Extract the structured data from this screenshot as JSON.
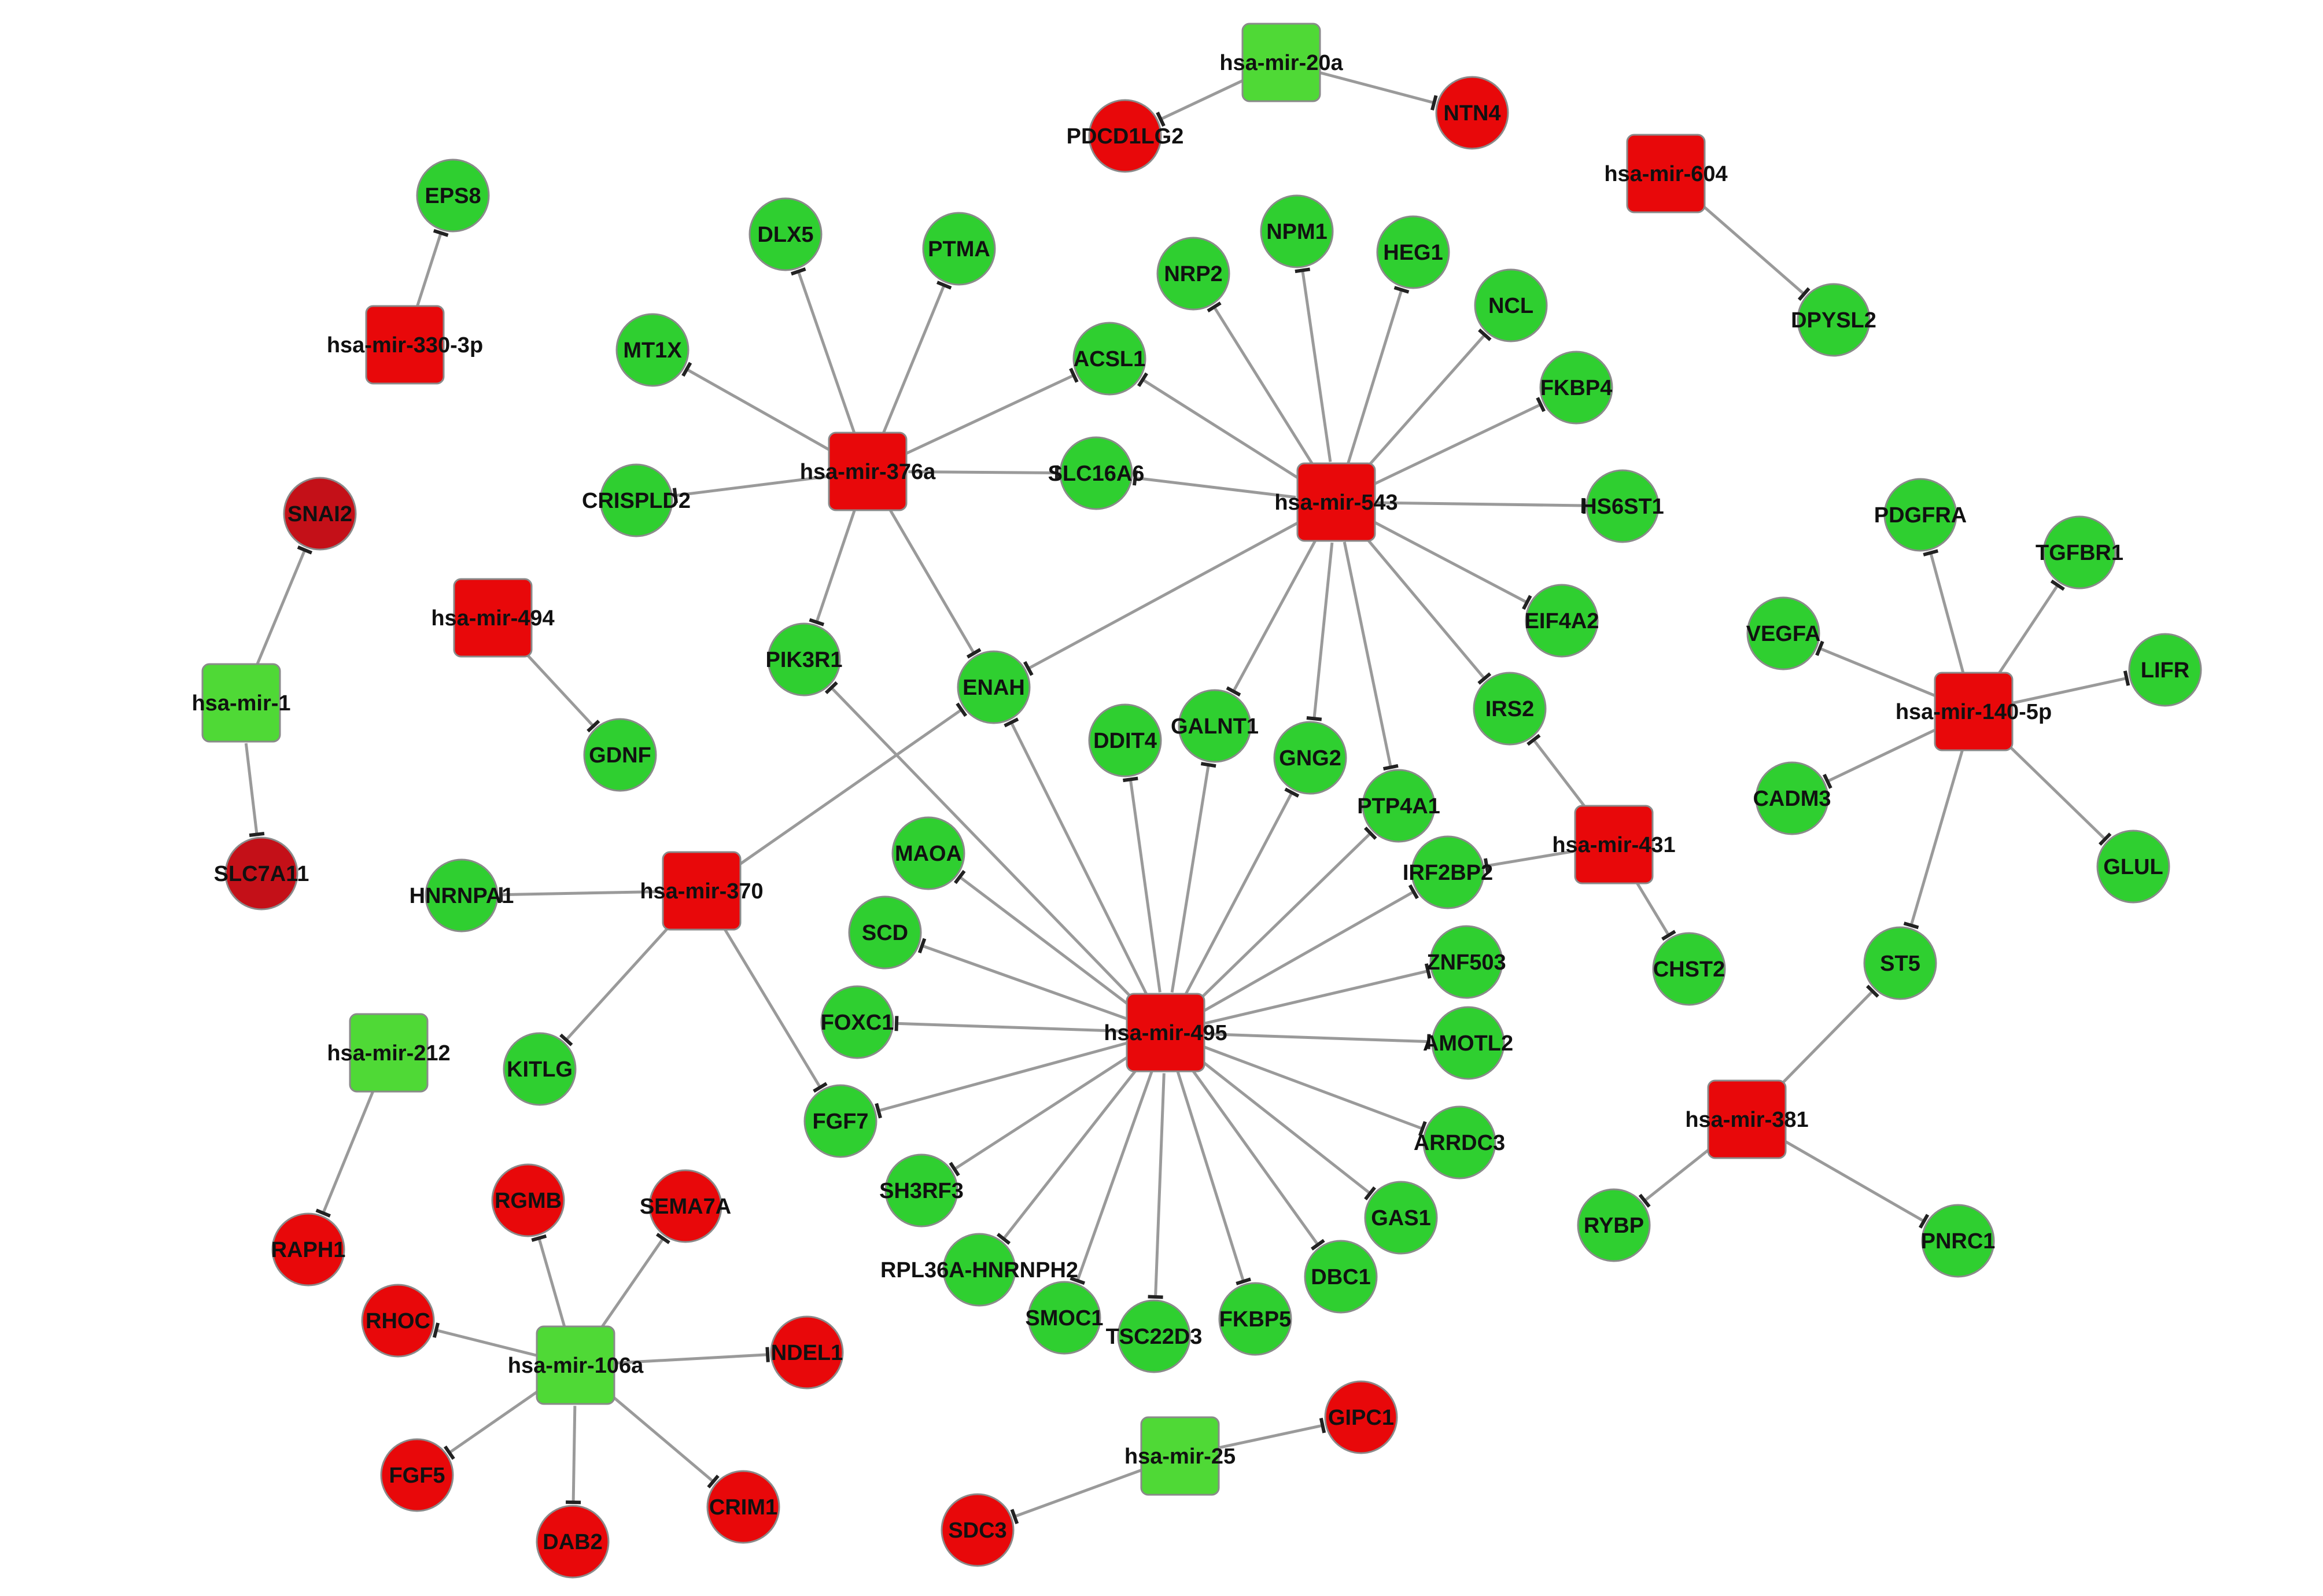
{
  "colors": {
    "up_regulated": "#e8080a",
    "down_regulated": "#2fcf30",
    "mirna_green": "#4fd936",
    "dark_red": "#c41018",
    "edge": "#9a9a9a",
    "inhibition_bar": "#222222"
  },
  "mirnas": [
    {
      "id": "hsa-mir-20a",
      "label": "hsa-mir-20a",
      "color": "green"
    },
    {
      "id": "hsa-mir-604",
      "label": "hsa-mir-604",
      "color": "red"
    },
    {
      "id": "hsa-mir-330-3p",
      "label": "hsa-mir-330-3p",
      "color": "red"
    },
    {
      "id": "hsa-mir-376a",
      "label": "hsa-mir-376a",
      "color": "red"
    },
    {
      "id": "hsa-mir-543",
      "label": "hsa-mir-543",
      "color": "red"
    },
    {
      "id": "hsa-mir-1",
      "label": "hsa-mir-1",
      "color": "green"
    },
    {
      "id": "hsa-mir-494",
      "label": "hsa-mir-494",
      "color": "red"
    },
    {
      "id": "hsa-mir-140-5p",
      "label": "hsa-mir-140-5p",
      "color": "red"
    },
    {
      "id": "hsa-mir-370",
      "label": "hsa-mir-370",
      "color": "red"
    },
    {
      "id": "hsa-mir-431",
      "label": "hsa-mir-431",
      "color": "red"
    },
    {
      "id": "hsa-mir-495",
      "label": "hsa-mir-495",
      "color": "red"
    },
    {
      "id": "hsa-mir-212",
      "label": "hsa-mir-212",
      "color": "green"
    },
    {
      "id": "hsa-mir-381",
      "label": "hsa-mir-381",
      "color": "red"
    },
    {
      "id": "hsa-mir-106a",
      "label": "hsa-mir-106a",
      "color": "green"
    },
    {
      "id": "hsa-mir-25",
      "label": "hsa-mir-25",
      "color": "green"
    }
  ],
  "genes": [
    {
      "id": "PDCD1LG2",
      "label": "PDCD1LG2",
      "color": "red"
    },
    {
      "id": "NTN4",
      "label": "NTN4",
      "color": "red"
    },
    {
      "id": "DPYSL2",
      "label": "DPYSL2",
      "color": "green"
    },
    {
      "id": "EPS8",
      "label": "EPS8",
      "color": "green"
    },
    {
      "id": "DLX5",
      "label": "DLX5",
      "color": "green"
    },
    {
      "id": "PTMA",
      "label": "PTMA",
      "color": "green"
    },
    {
      "id": "MT1X",
      "label": "MT1X",
      "color": "green"
    },
    {
      "id": "CRISPLD2",
      "label": "CRISPLD2",
      "color": "green"
    },
    {
      "id": "ACSL1",
      "label": "ACSL1",
      "color": "green"
    },
    {
      "id": "SLC16A6",
      "label": "SLC16A6",
      "color": "green"
    },
    {
      "id": "PIK3R1",
      "label": "PIK3R1",
      "color": "green"
    },
    {
      "id": "ENAH",
      "label": "ENAH",
      "color": "green"
    },
    {
      "id": "NRP2",
      "label": "NRP2",
      "color": "green"
    },
    {
      "id": "NPM1",
      "label": "NPM1",
      "color": "green"
    },
    {
      "id": "HEG1",
      "label": "HEG1",
      "color": "green"
    },
    {
      "id": "NCL",
      "label": "NCL",
      "color": "green"
    },
    {
      "id": "FKBP4",
      "label": "FKBP4",
      "color": "green"
    },
    {
      "id": "HS6ST1",
      "label": "HS6ST1",
      "color": "green"
    },
    {
      "id": "EIF4A2",
      "label": "EIF4A2",
      "color": "green"
    },
    {
      "id": "IRS2",
      "label": "IRS2",
      "color": "green"
    },
    {
      "id": "GALNT1",
      "label": "GALNT1",
      "color": "green"
    },
    {
      "id": "GNG2",
      "label": "GNG2",
      "color": "green"
    },
    {
      "id": "PTP4A1",
      "label": "PTP4A1",
      "color": "green"
    },
    {
      "id": "SNAI2",
      "label": "SNAI2",
      "color": "darkred"
    },
    {
      "id": "SLC7A11",
      "label": "SLC7A11",
      "color": "darkred"
    },
    {
      "id": "GDNF",
      "label": "GDNF",
      "color": "green"
    },
    {
      "id": "PDGFRA",
      "label": "PDGFRA",
      "color": "green"
    },
    {
      "id": "TGFBR1",
      "label": "TGFBR1",
      "color": "green"
    },
    {
      "id": "VEGFA",
      "label": "VEGFA",
      "color": "green"
    },
    {
      "id": "LIFR",
      "label": "LIFR",
      "color": "green"
    },
    {
      "id": "CADM3",
      "label": "CADM3",
      "color": "green"
    },
    {
      "id": "GLUL",
      "label": "GLUL",
      "color": "green"
    },
    {
      "id": "ST5",
      "label": "ST5",
      "color": "green"
    },
    {
      "id": "HNRNPA1",
      "label": "HNRNPA1",
      "color": "green"
    },
    {
      "id": "KITLG",
      "label": "KITLG",
      "color": "green"
    },
    {
      "id": "FGF7",
      "label": "FGF7",
      "color": "green"
    },
    {
      "id": "IRF2BP2",
      "label": "IRF2BP2",
      "color": "green"
    },
    {
      "id": "CHST2",
      "label": "CHST2",
      "color": "green"
    },
    {
      "id": "DDIT4",
      "label": "DDIT4",
      "color": "green"
    },
    {
      "id": "MAOA",
      "label": "MAOA",
      "color": "green"
    },
    {
      "id": "SCD",
      "label": "SCD",
      "color": "green"
    },
    {
      "id": "FOXC1",
      "label": "FOXC1",
      "color": "green"
    },
    {
      "id": "ZNF503",
      "label": "ZNF503",
      "color": "green"
    },
    {
      "id": "AMOTL2",
      "label": "AMOTL2",
      "color": "green"
    },
    {
      "id": "ARRDC3",
      "label": "ARRDC3",
      "color": "green"
    },
    {
      "id": "GAS1",
      "label": "GAS1",
      "color": "green"
    },
    {
      "id": "SH3RF3",
      "label": "SH3RF3",
      "color": "green"
    },
    {
      "id": "RPL36A-HNRNPH2",
      "label": "RPL36A-HNRNPH2",
      "color": "green"
    },
    {
      "id": "SMOC1",
      "label": "SMOC1",
      "color": "green"
    },
    {
      "id": "TSC22D3",
      "label": "TSC22D3",
      "color": "green"
    },
    {
      "id": "FKBP5",
      "label": "FKBP5",
      "color": "green"
    },
    {
      "id": "DBC1",
      "label": "DBC1",
      "color": "green"
    },
    {
      "id": "RAPH1",
      "label": "RAPH1",
      "color": "red"
    },
    {
      "id": "RGMB",
      "label": "RGMB",
      "color": "red"
    },
    {
      "id": "SEMA7A",
      "label": "SEMA7A",
      "color": "red"
    },
    {
      "id": "RHOC",
      "label": "RHOC",
      "color": "red"
    },
    {
      "id": "NDEL1",
      "label": "NDEL1",
      "color": "red"
    },
    {
      "id": "FGF5",
      "label": "FGF5",
      "color": "red"
    },
    {
      "id": "DAB2",
      "label": "DAB2",
      "color": "red"
    },
    {
      "id": "CRIM1",
      "label": "CRIM1",
      "color": "red"
    },
    {
      "id": "GIPC1",
      "label": "GIPC1",
      "color": "red"
    },
    {
      "id": "SDC3",
      "label": "SDC3",
      "color": "red"
    },
    {
      "id": "RYBP",
      "label": "RYBP",
      "color": "green"
    },
    {
      "id": "PNRC1",
      "label": "PNRC1",
      "color": "green"
    }
  ],
  "edges": [
    [
      "hsa-mir-20a",
      "PDCD1LG2"
    ],
    [
      "hsa-mir-20a",
      "NTN4"
    ],
    [
      "hsa-mir-604",
      "DPYSL2"
    ],
    [
      "hsa-mir-330-3p",
      "EPS8"
    ],
    [
      "hsa-mir-376a",
      "DLX5"
    ],
    [
      "hsa-mir-376a",
      "PTMA"
    ],
    [
      "hsa-mir-376a",
      "MT1X"
    ],
    [
      "hsa-mir-376a",
      "CRISPLD2"
    ],
    [
      "hsa-mir-376a",
      "ACSL1"
    ],
    [
      "hsa-mir-376a",
      "SLC16A6"
    ],
    [
      "hsa-mir-376a",
      "PIK3R1"
    ],
    [
      "hsa-mir-376a",
      "ENAH"
    ],
    [
      "hsa-mir-543",
      "NRP2"
    ],
    [
      "hsa-mir-543",
      "NPM1"
    ],
    [
      "hsa-mir-543",
      "HEG1"
    ],
    [
      "hsa-mir-543",
      "NCL"
    ],
    [
      "hsa-mir-543",
      "FKBP4"
    ],
    [
      "hsa-mir-543",
      "HS6ST1"
    ],
    [
      "hsa-mir-543",
      "EIF4A2"
    ],
    [
      "hsa-mir-543",
      "IRS2"
    ],
    [
      "hsa-mir-543",
      "PTP4A1"
    ],
    [
      "hsa-mir-543",
      "GNG2"
    ],
    [
      "hsa-mir-543",
      "GALNT1"
    ],
    [
      "hsa-mir-543",
      "ENAH"
    ],
    [
      "hsa-mir-543",
      "ACSL1"
    ],
    [
      "hsa-mir-543",
      "SLC16A6"
    ],
    [
      "hsa-mir-1",
      "SNAI2"
    ],
    [
      "hsa-mir-1",
      "SLC7A11"
    ],
    [
      "hsa-mir-494",
      "GDNF"
    ],
    [
      "hsa-mir-140-5p",
      "PDGFRA"
    ],
    [
      "hsa-mir-140-5p",
      "TGFBR1"
    ],
    [
      "hsa-mir-140-5p",
      "VEGFA"
    ],
    [
      "hsa-mir-140-5p",
      "LIFR"
    ],
    [
      "hsa-mir-140-5p",
      "CADM3"
    ],
    [
      "hsa-mir-140-5p",
      "GLUL"
    ],
    [
      "hsa-mir-140-5p",
      "ST5"
    ],
    [
      "hsa-mir-370",
      "ENAH"
    ],
    [
      "hsa-mir-370",
      "HNRNPA1"
    ],
    [
      "hsa-mir-370",
      "KITLG"
    ],
    [
      "hsa-mir-370",
      "FGF7"
    ],
    [
      "hsa-mir-431",
      "IRS2"
    ],
    [
      "hsa-mir-431",
      "IRF2BP2"
    ],
    [
      "hsa-mir-431",
      "CHST2"
    ],
    [
      "hsa-mir-495",
      "PIK3R1"
    ],
    [
      "hsa-mir-495",
      "ENAH"
    ],
    [
      "hsa-mir-495",
      "DDIT4"
    ],
    [
      "hsa-mir-495",
      "GALNT1"
    ],
    [
      "hsa-mir-495",
      "GNG2"
    ],
    [
      "hsa-mir-495",
      "PTP4A1"
    ],
    [
      "hsa-mir-495",
      "IRF2BP2"
    ],
    [
      "hsa-mir-495",
      "MAOA"
    ],
    [
      "hsa-mir-495",
      "SCD"
    ],
    [
      "hsa-mir-495",
      "FOXC1"
    ],
    [
      "hsa-mir-495",
      "ZNF503"
    ],
    [
      "hsa-mir-495",
      "AMOTL2"
    ],
    [
      "hsa-mir-495",
      "ARRDC3"
    ],
    [
      "hsa-mir-495",
      "GAS1"
    ],
    [
      "hsa-mir-495",
      "FGF7"
    ],
    [
      "hsa-mir-495",
      "SH3RF3"
    ],
    [
      "hsa-mir-495",
      "RPL36A-HNRNPH2"
    ],
    [
      "hsa-mir-495",
      "SMOC1"
    ],
    [
      "hsa-mir-495",
      "TSC22D3"
    ],
    [
      "hsa-mir-495",
      "FKBP5"
    ],
    [
      "hsa-mir-495",
      "DBC1"
    ],
    [
      "hsa-mir-212",
      "RAPH1"
    ],
    [
      "hsa-mir-381",
      "ST5"
    ],
    [
      "hsa-mir-381",
      "RYBP"
    ],
    [
      "hsa-mir-381",
      "PNRC1"
    ],
    [
      "hsa-mir-106a",
      "RGMB"
    ],
    [
      "hsa-mir-106a",
      "SEMA7A"
    ],
    [
      "hsa-mir-106a",
      "RHOC"
    ],
    [
      "hsa-mir-106a",
      "NDEL1"
    ],
    [
      "hsa-mir-106a",
      "FGF5"
    ],
    [
      "hsa-mir-106a",
      "DAB2"
    ],
    [
      "hsa-mir-106a",
      "CRIM1"
    ],
    [
      "hsa-mir-25",
      "GIPC1"
    ],
    [
      "hsa-mir-25",
      "SDC3"
    ]
  ]
}
